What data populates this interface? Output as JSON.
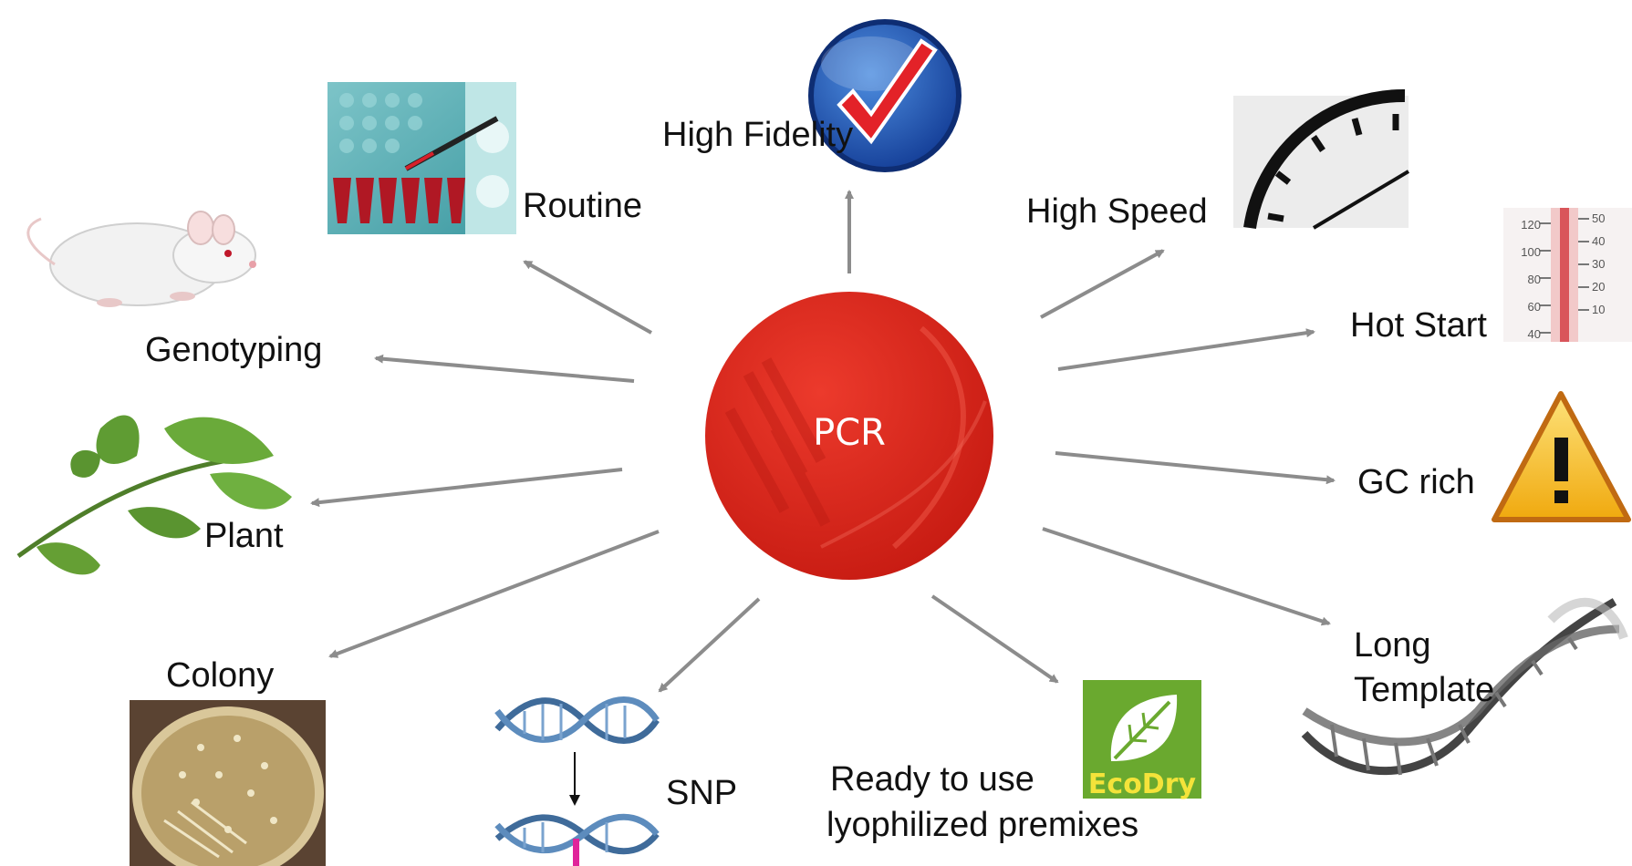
{
  "center": {
    "label": "PCR"
  },
  "nodes": {
    "high_fidelity": "High Fidelity",
    "routine": "Routine",
    "high_speed": "High Speed",
    "genotyping": "Genotyping",
    "hot_start": "Hot Start",
    "gc_rich": "GC rich",
    "plant": "Plant",
    "colony": "Colony",
    "snp": "SNP",
    "ready_to_use_line1": "Ready to use",
    "ready_to_use_line2": "lyophilized premixes",
    "long_template_line1": "Long",
    "long_template_line2": "Template"
  },
  "images": {
    "ecodry_logo_text": "EcoDry",
    "thermometer_left_scale": [
      "120",
      "100",
      "80",
      "60",
      "40"
    ],
    "thermometer_right_scale": [
      "50",
      "40",
      "30",
      "20",
      "10"
    ]
  },
  "colors": {
    "hub_red": "#d8261c",
    "arrow_gray": "#8c8c8c",
    "check_blue": "#1d56b8",
    "eco_green": "#6aa92f",
    "warning_yellow": "#f7c21b"
  }
}
